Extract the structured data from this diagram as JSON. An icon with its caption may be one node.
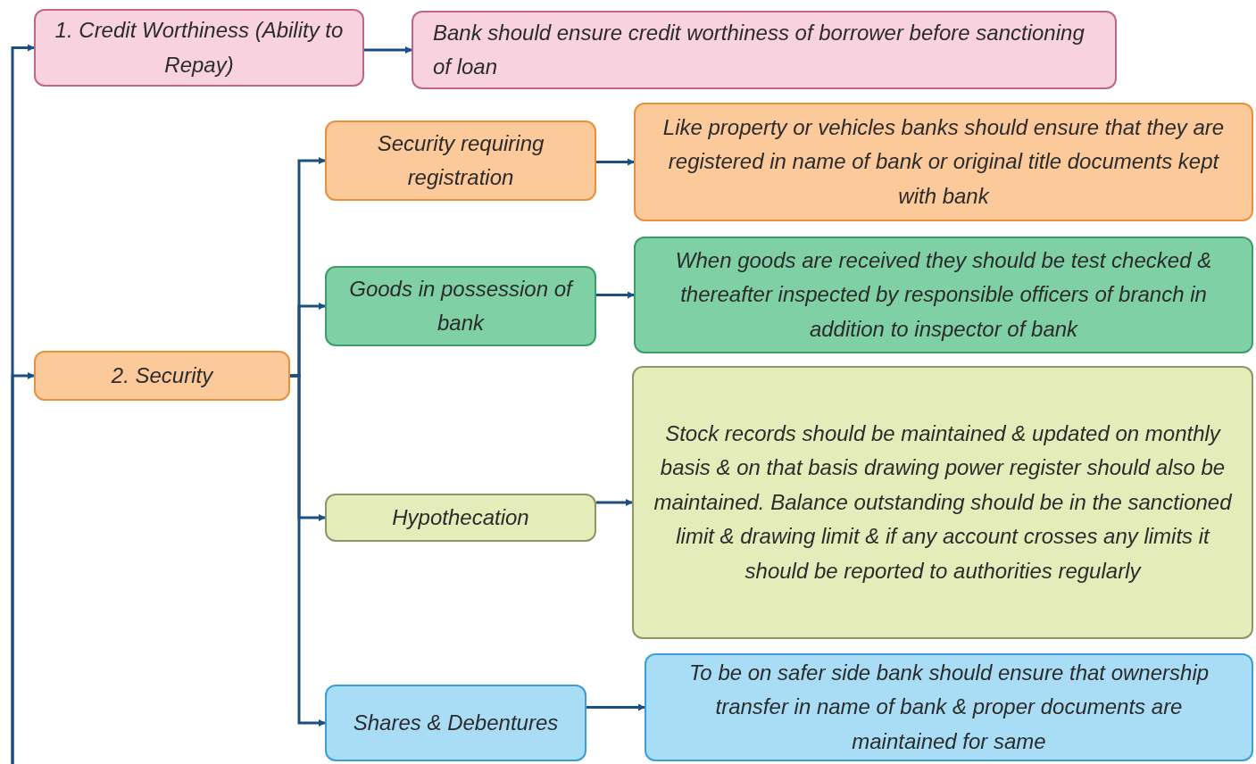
{
  "diagram": {
    "nodes": [
      {
        "text": [
          "1. Credit Worthiness (Ability to Repay)"
        ]
      },
      {
        "text": [
          "Bank should ensure credit worthiness of borrower before sanctioning of loan"
        ]
      },
      {
        "text": [
          "2. Security"
        ]
      },
      {
        "text": [
          "Security requiring registration"
        ]
      },
      {
        "text": [
          "Like property or vehicles banks should ensure that they are registered in name of bank or original title documents kept with bank"
        ]
      },
      {
        "text": [
          "Goods in possession of bank"
        ]
      },
      {
        "text": [
          "When goods are received they should be test checked & thereafter inspected by responsible officers of branch in addition to inspector of bank"
        ]
      },
      {
        "text": [
          "Hypothecation"
        ]
      },
      {
        "text": [
          "Stock records should be maintained & updated on monthly basis & on that basis drawing power register should also be maintained. Balance outstanding should be in the sanctioned limit & drawing limit & if any account crosses any limits it should be reported to authorities regularly"
        ]
      },
      {
        "text": [
          "Shares & Debentures"
        ]
      },
      {
        "text": [
          "To be on safer side bank should ensure that ownership transfer in name of bank & proper documents are maintained for same"
        ]
      }
    ],
    "edges": [
      {
        "from": null,
        "to": 0,
        "arrow": "to"
      },
      {
        "from": null,
        "to": 2,
        "arrow": "to"
      },
      {
        "from": 0,
        "to": 1,
        "arrow": "to"
      },
      {
        "from": 2,
        "to": 3,
        "arrow": "to"
      },
      {
        "from": 2,
        "to": 5,
        "arrow": "to"
      },
      {
        "from": 2,
        "to": 7,
        "arrow": "to"
      },
      {
        "from": 2,
        "to": 9,
        "arrow": "to"
      },
      {
        "from": 3,
        "to": 4,
        "arrow": "to"
      },
      {
        "from": 5,
        "to": 6,
        "arrow": "to"
      },
      {
        "from": 7,
        "to": 8,
        "arrow": "to"
      },
      {
        "from": 9,
        "to": 10,
        "arrow": "to"
      }
    ]
  }
}
